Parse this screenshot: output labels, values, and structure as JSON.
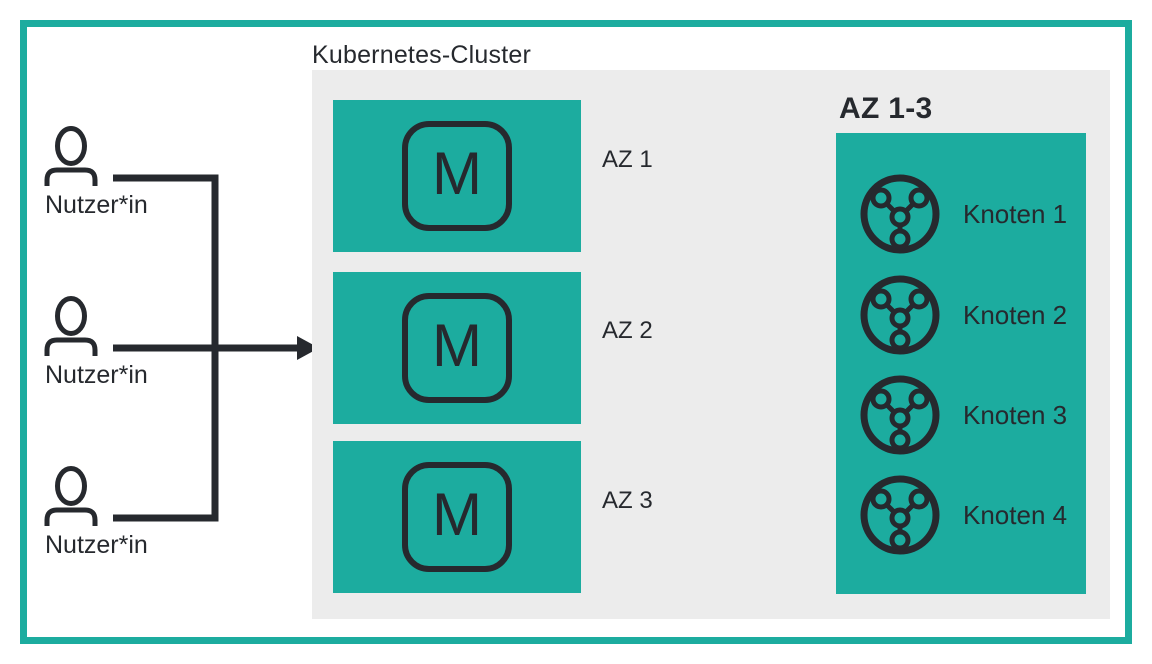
{
  "colors": {
    "teal": "#1CAC9F",
    "gray": "#ECECEC",
    "ink": "#26292E",
    "white": "#FFFFFF"
  },
  "cluster": {
    "title": "Kubernetes-Cluster"
  },
  "users": [
    {
      "label": "Nutzer*in"
    },
    {
      "label": "Nutzer*in"
    },
    {
      "label": "Nutzer*in"
    }
  ],
  "masters": [
    {
      "letter": "M",
      "az_label": "AZ 1"
    },
    {
      "letter": "M",
      "az_label": "AZ 2"
    },
    {
      "letter": "M",
      "az_label": "AZ 3"
    }
  ],
  "az_panel": {
    "title": "AZ 1-3",
    "nodes": [
      {
        "label": "Knoten 1"
      },
      {
        "label": "Knoten 2"
      },
      {
        "label": "Knoten 3"
      },
      {
        "label": "Knoten 4"
      }
    ]
  }
}
